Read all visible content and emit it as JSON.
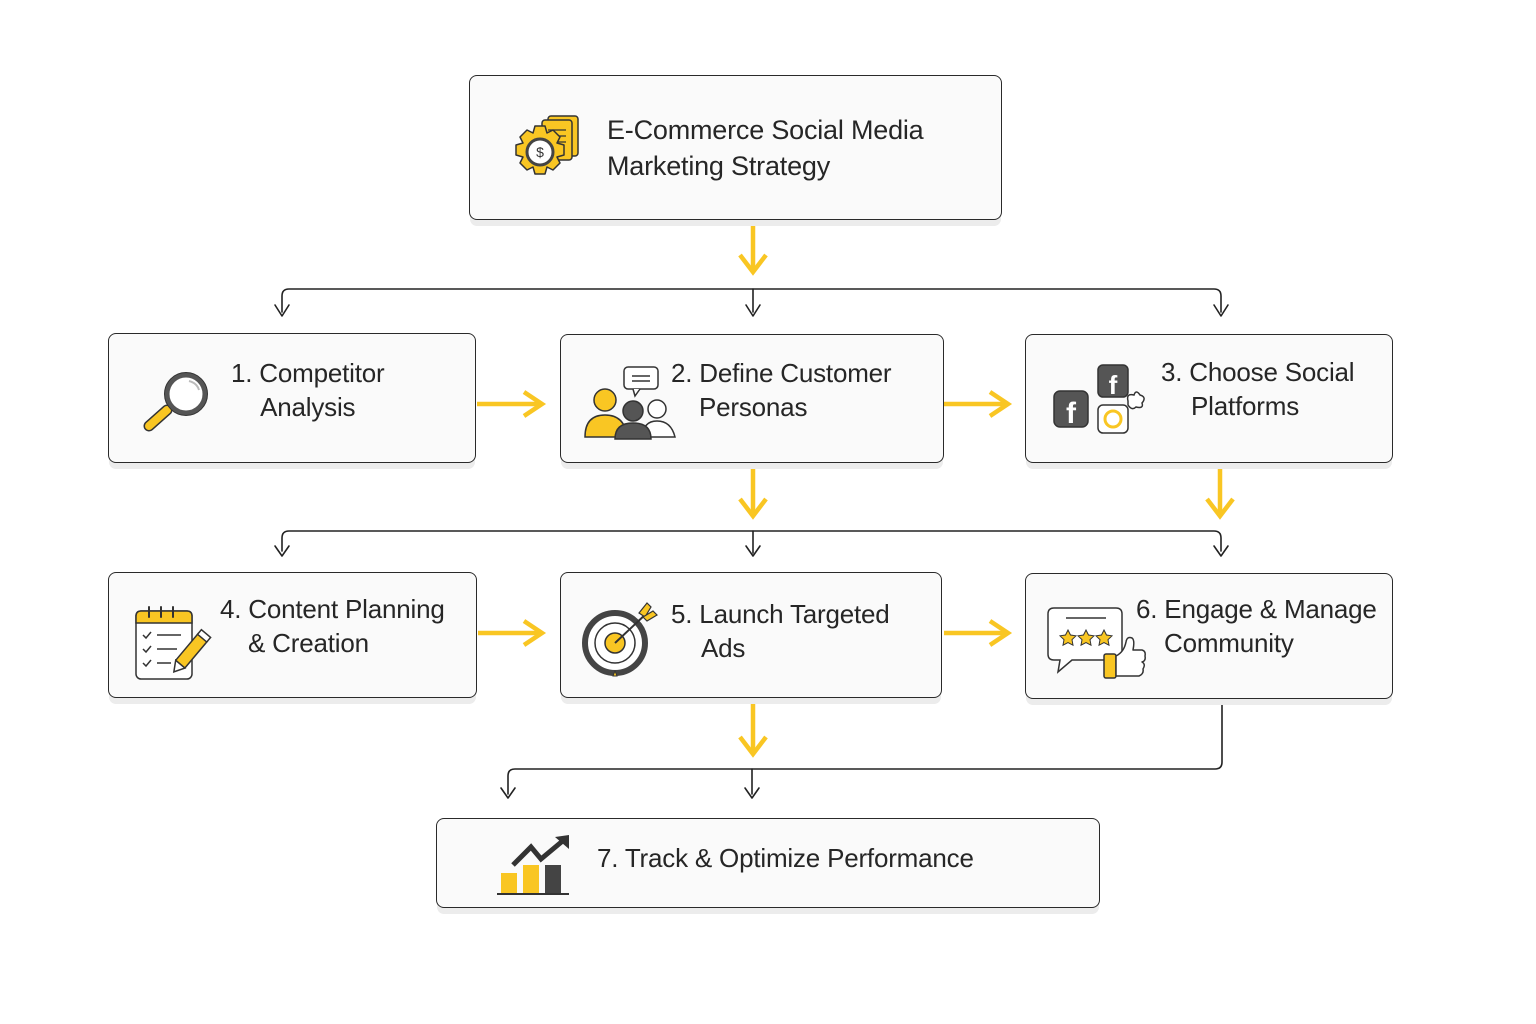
{
  "diagram": {
    "title_lines": [
      "E-Commerce Social Media",
      "Marketing Strategy"
    ],
    "title_icon": "gear-dollar-documents-icon",
    "colors": {
      "accent": "#f9c623",
      "ink": "#262626",
      "node_fill": "#fafafa",
      "node_border": "#2a2a2a",
      "connector": "#222222"
    },
    "steps": [
      {
        "number": "1.",
        "lines": [
          "1. Competitor",
          "Analysis"
        ],
        "icon": "magnifying-glass-icon"
      },
      {
        "number": "2.",
        "lines": [
          "2. Define Customer",
          "Personas"
        ],
        "icon": "customer-personas-icon"
      },
      {
        "number": "3.",
        "lines": [
          "3. Choose Social",
          "Platforms"
        ],
        "icon": "social-platforms-icon"
      },
      {
        "number": "4.",
        "lines": [
          "4. Content Planning",
          "& Creation"
        ],
        "icon": "checklist-pencil-icon"
      },
      {
        "number": "5.",
        "lines": [
          "5. Launch Targeted",
          "Ads"
        ],
        "icon": "target-arrow-icon"
      },
      {
        "number": "6.",
        "lines": [
          "6. Engage & Manage",
          "Community"
        ],
        "icon": "review-thumbs-up-icon"
      },
      {
        "number": "7.",
        "lines": [
          "7. Track & Optimize Performance"
        ],
        "icon": "growth-chart-icon"
      }
    ],
    "edges": [
      {
        "from": "title",
        "to": "branch-1",
        "style": "accent"
      },
      {
        "from": "branch-1",
        "to": "step-1",
        "style": "thin"
      },
      {
        "from": "branch-1",
        "to": "step-2",
        "style": "thin"
      },
      {
        "from": "branch-1",
        "to": "step-3",
        "style": "thin"
      },
      {
        "from": "step-1",
        "to": "step-2",
        "style": "accent"
      },
      {
        "from": "step-2",
        "to": "step-3",
        "style": "accent"
      },
      {
        "from": "step-2",
        "to": "branch-2",
        "style": "accent"
      },
      {
        "from": "step-3",
        "to": "branch-2",
        "style": "accent"
      },
      {
        "from": "branch-2",
        "to": "step-4",
        "style": "thin"
      },
      {
        "from": "branch-2",
        "to": "step-5",
        "style": "thin"
      },
      {
        "from": "branch-2",
        "to": "step-6",
        "style": "thin"
      },
      {
        "from": "step-4",
        "to": "step-5",
        "style": "accent"
      },
      {
        "from": "step-5",
        "to": "step-6",
        "style": "accent"
      },
      {
        "from": "step-5",
        "to": "branch-3",
        "style": "accent"
      },
      {
        "from": "step-6",
        "to": "branch-3",
        "style": "thin"
      },
      {
        "from": "branch-3",
        "to": "step-7",
        "style": "thin"
      }
    ]
  }
}
